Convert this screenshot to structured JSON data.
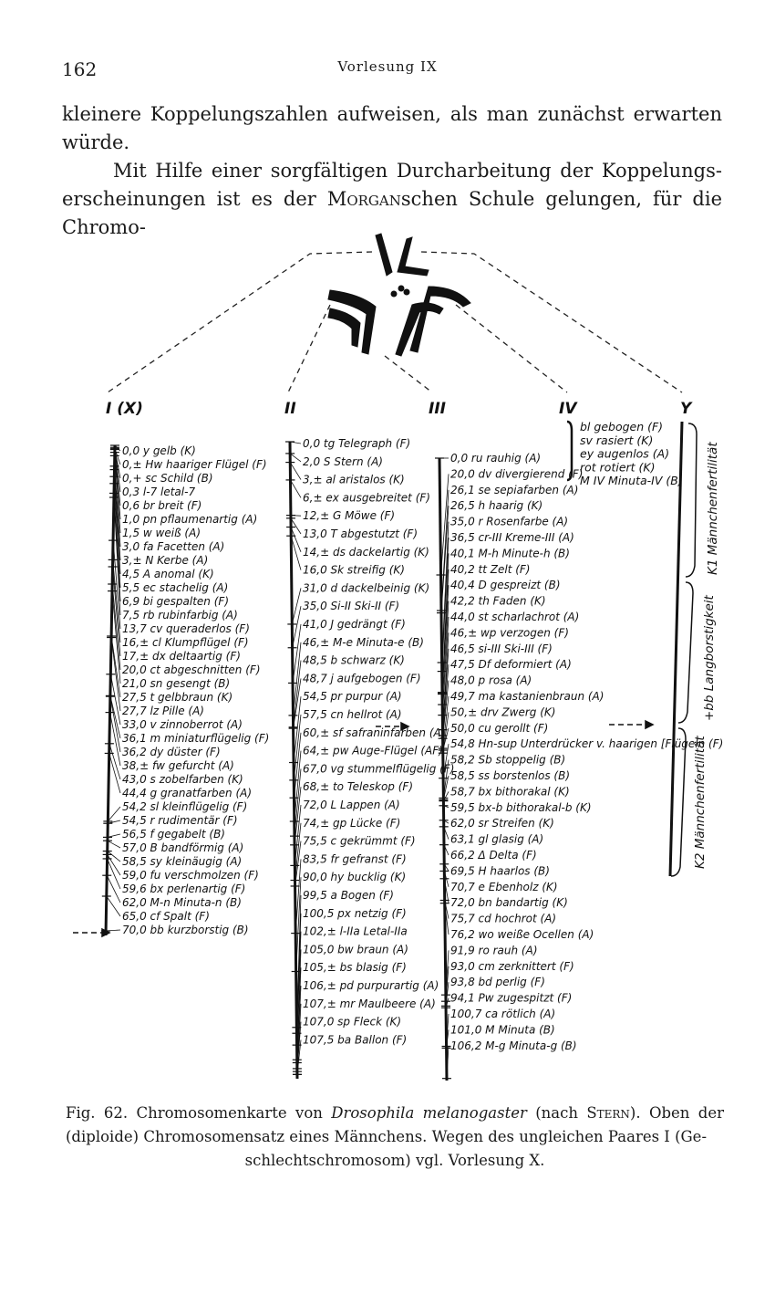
{
  "header": {
    "page_number": "162",
    "running_head": "Vorlesung IX"
  },
  "text": {
    "line1": "kleinere Koppelungszahlen aufweisen, als man zunächst erwarten",
    "line2": "würde.",
    "line3": "Mit Hilfe einer sorgfältigen Durcharbeitung der Koppelungs-",
    "line4_a": "erscheinungen ist es der ",
    "line4_name": "Morgan",
    "line4_b": "schen Schule gelungen, für die Chromo-"
  },
  "figure": {
    "chromosome_labels": [
      "I (X)",
      "II",
      "III",
      "IV",
      "Y"
    ],
    "chr1": [
      "0,0 y gelb (K)",
      "0,± Hw haariger Flügel (F)",
      "0,+ sc Schild (B)",
      "0,3 l-7 letal-7",
      "0,6 br breit (F)",
      "1,0 pn pflaumenartig (A)",
      "1,5 w weiß (A)",
      "3,0 fa Facetten (A)",
      "3,± N Kerbe (A)",
      "4,5 A anomal (K)",
      "5,5 ec stachelig (A)",
      "6,9 bi gespalten (F)",
      "7,5 rb rubinfarbig (A)",
      "13,7 cv queraderlos (F)",
      "16,± cl Klumpflügel (F)",
      "17,± dx deltaartig (F)",
      "20,0 ct abgeschnitten (F)",
      "21,0 sn gesengt (B)",
      "27,5 t gelbbraun (K)",
      "27,7 lz Pille (A)",
      "33,0 v zinnoberrot (A)",
      "36,1 m miniaturflügelig (F)",
      "36,2 dy düster (F)",
      "38,± fw gefurcht (A)",
      "43,0 s zobelfarben (K)",
      "44,4 g granatfarben (A)",
      "54,2 sl kleinflügelig (F)",
      "54,5 r rudimentär (F)",
      "56,5 f gegabelt (B)",
      "57,0 B bandförmig (A)",
      "58,5 sy kleinäugig (A)",
      "59,0 fu verschmolzen (F)",
      "59,6 bx perlenartig (F)",
      "62,0 M-n Minuta-n (B)",
      "65,0 cf Spalt (F)",
      "70,0 bb kurzborstig (B)"
    ],
    "chr2": [
      "0,0 tg Telegraph (F)",
      "2,0 S Stern (A)",
      "3,± al aristalos (K)",
      "6,± ex ausgebreitet (F)",
      "12,± G Möwe (F)",
      "13,0 T abgestutzt (F)",
      "14,± ds dackelartig (K)",
      "16,0 Sk streifig (K)",
      "31,0 d dackelbeinig (K)",
      "35,0 Si-II Ski-II (F)",
      "41,0 J gedrängt (F)",
      "46,± M-e Minuta-e (B)",
      "48,5 b schwarz (K)",
      "48,7 j aufgebogen (F)",
      "54,5 pr purpur (A)",
      "57,5 cn hellrot (A)",
      "60,± sf safraninfarben (A)",
      "64,± pw Auge-Flügel (AF)",
      "67,0 vg stummelflügelig (F)",
      "68,± to Teleskop (F)",
      "72,0 L Lappen (A)",
      "74,± gp Lücke (F)",
      "75,5 c gekrümmt (F)",
      "83,5 fr gefranst (F)",
      "90,0 hy bucklig (K)",
      "99,5 a Bogen (F)",
      "100,5 px netzig (F)",
      "102,± l-IIa Letal-IIa",
      "105,0 bw braun (A)",
      "105,± bs blasig (F)",
      "106,± pd purpurartig (A)",
      "107,± mr Maulbeere (A)",
      "107,0 sp Fleck (K)",
      "107,5 ba Ballon (F)"
    ],
    "chr3": [
      "0,0 ru rauhig (A)",
      "20,0 dv divergierend (F)",
      "26,1 se sepiafarben (A)",
      "26,5 h haarig (K)",
      "35,0 r Rosenfarbe (A)",
      "36,5 cr-III Kreme-III (A)",
      "40,1 M-h Minute-h (B)",
      "40,2 tt Zelt (F)",
      "40,4 D gespreizt (B)",
      "42,2 th Faden (K)",
      "44,0 st scharlachrot (A)",
      "46,± wp verzogen (F)",
      "46,5 si-III Ski-III (F)",
      "47,5 Df deformiert (A)",
      "48,0 p rosa (A)",
      "49,7 ma kastanienbraun (A)",
      "50,± drv Zwerg (K)",
      "50,0 cu gerollt (F)",
      "54,8 Hn-sup Unterdrücker v. haarigen [Flügeln (F)",
      "58,2 Sb stoppelig (B)",
      "58,5 ss borstenlos (B)",
      "58,7 bx bithorakal (K)",
      "59,5 bx-b bithorakal-b (K)",
      "62,0 sr Streifen (K)",
      "63,1 gl glasig (A)",
      "66,2 Δ Delta (F)",
      "69,5 H haarlos (B)",
      "70,7 e Ebenholz (K)",
      "72,0 bn bandartig (K)",
      "75,7 cd hochrot (A)",
      "76,2 wo weiße Ocellen (A)",
      "91,9 ro rauh (A)",
      "93,0 cm zerknittert (F)",
      "93,8 bd perlig (F)",
      "94,1 Pw zugespitzt (F)",
      "100,7 ca rötlich (A)",
      "101,0 M Minuta (B)",
      "106,2 M-g Minuta-g (B)"
    ],
    "chr4": [
      "bl gebogen (F)",
      "sv rasiert (K)",
      "ey augenlos (A)",
      "rot rotiert (K)",
      "M IV Minuta-IV (B)"
    ],
    "chrY": [
      "K1 Männchenfertilität",
      "+bb Langborstigkeit",
      "K2 Männchenfertilität"
    ]
  },
  "caption": {
    "fig_label": "Fig. 62.",
    "text_a": " Chromosomenkarte von ",
    "species": "Drosophila melanogaster",
    "text_b": " (nach ",
    "author": "Stern",
    "text_c": "). Oben der (diploide) Chromosomensatz eines Männchens. Wegen des ungleichen Paares I (Ge-",
    "text_d": "schlechtschromosom) vgl. Vorlesung X."
  }
}
